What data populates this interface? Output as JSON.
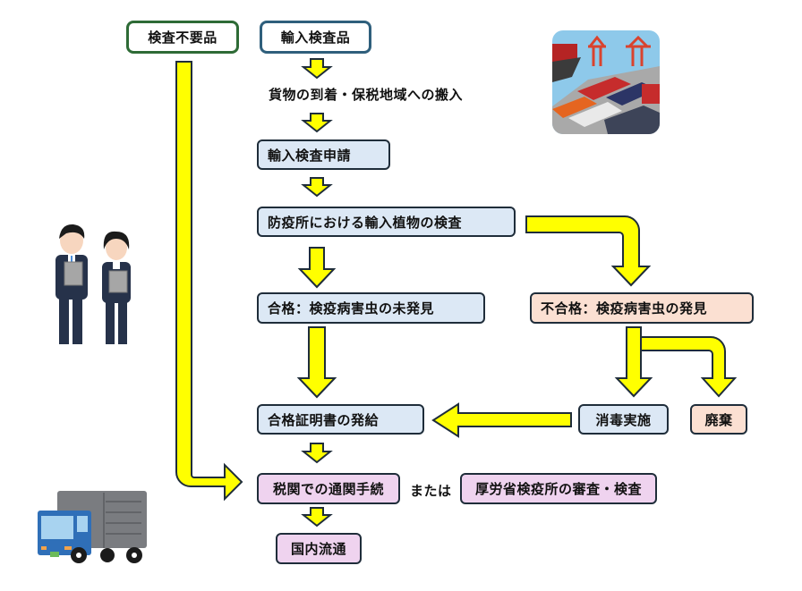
{
  "diagram": {
    "nodes": {
      "no_inspection": "検査不要品",
      "import_inspection_goods": "輸入検査品",
      "arrival": "貨物の到着・保税地域への搬入",
      "application": "輸入検査申請",
      "inspection": "防疫所における輸入植物の検査",
      "pass": "合格：検疫病害虫の未発見",
      "fail": "不合格：検疫病害虫の発見",
      "certificate": "合格証明書の発給",
      "disinfection": "消毒実施",
      "disposal": "廃棄",
      "customs": "税関での通関手続",
      "or_label": "または",
      "mhlw": "厚労省検疫所の審査・検査",
      "distribution": "国内流通"
    },
    "edges": [
      {
        "from": "import_inspection_goods",
        "to": "arrival"
      },
      {
        "from": "arrival",
        "to": "application"
      },
      {
        "from": "application",
        "to": "inspection"
      },
      {
        "from": "inspection",
        "to": "pass"
      },
      {
        "from": "inspection",
        "to": "fail"
      },
      {
        "from": "pass",
        "to": "certificate"
      },
      {
        "from": "fail",
        "to": "disinfection"
      },
      {
        "from": "fail",
        "to": "disposal"
      },
      {
        "from": "disinfection",
        "to": "certificate"
      },
      {
        "from": "certificate",
        "to": "customs"
      },
      {
        "from": "no_inspection",
        "to": "customs"
      },
      {
        "from": "customs",
        "to": "distribution"
      }
    ],
    "illustrations": [
      "container-port",
      "inspectors",
      "delivery-truck"
    ],
    "colors": {
      "arrow_fill": "#ffff00",
      "arrow_stroke": "#1f2d3a",
      "blue_box": "#dce8f5",
      "pink_box": "#fbe0d2",
      "purple_box": "#efd3ef",
      "green_border": "#2e6b36",
      "blue_border": "#2f5f7c"
    }
  }
}
